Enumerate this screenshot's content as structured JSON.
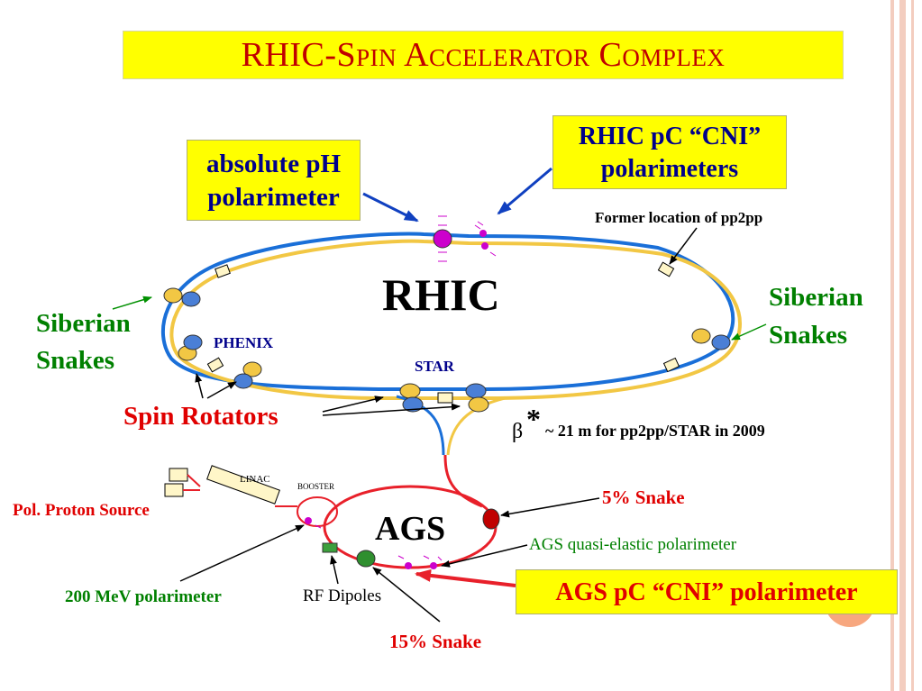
{
  "title": "RHIC-Spin Accelerator Complex",
  "boxes": {
    "ph_line1": "absolute pH",
    "ph_line2": "polarimeter",
    "cni_line1": "RHIC pC “CNI”",
    "cni_line2": "polarimeters",
    "ags_cni": "AGS pC “CNI” polarimeter"
  },
  "labels": {
    "rhic": "RHIC",
    "ags": "AGS",
    "former_location": "Former location of pp2pp",
    "siberian_left_1": "Siberian",
    "siberian_left_2": "Snakes",
    "siberian_right_1": "Siberian",
    "siberian_right_2": "Snakes",
    "phenix": "PHENIX",
    "star": "STAR",
    "spin_rotators": "Spin Rotators",
    "beta_symbol": "β",
    "beta_star": "*",
    "beta_text": "~ 21 m for pp2pp/STAR in 2009",
    "linac": "LINAC",
    "booster": "BOOSTER",
    "pol_proton_source": "Pol. Proton Source",
    "snake_5": "5% Snake",
    "ags_quasi_elastic": "AGS quasi-elastic polarimeter",
    "mev_polarimeter": "200 MeV polarimeter",
    "rf_dipoles": "RF Dipoles",
    "snake_15": "15% Snake"
  },
  "colors": {
    "title_text": "#c00000",
    "title_bg": "#ffff00",
    "blue_ring": "#1a6fd8",
    "yellow_ring": "#f2c744",
    "red_line": "#e8202a",
    "green_text": "#008000",
    "navy_text": "#00008b",
    "red_text": "#e00000"
  }
}
